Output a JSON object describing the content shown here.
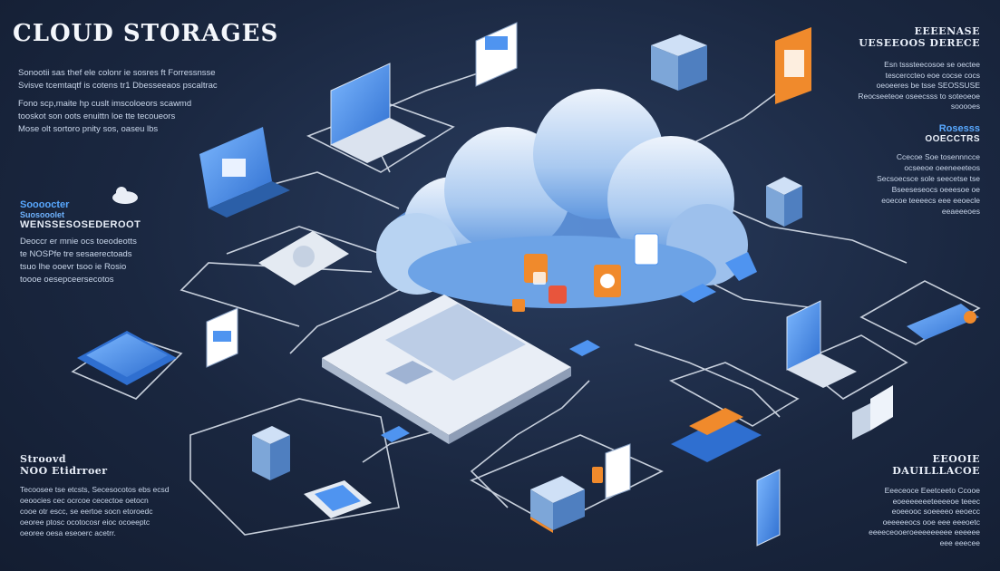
{
  "title": "CLOUD STORAGES",
  "intro": {
    "lines": [
      "Sonootii sas thef ele colonr ie sosres ft Forressnsse",
      "Svisve tcemtaqtf is cotens tr1 Dbesseeaos pscaltrac",
      "Fono scp,maite hp cuslt imscoloeors scawmd",
      "tooskot son oots enuittn loe tte tecoueors",
      "Mose olt sortoro pnity sos, oaseu lbs"
    ]
  },
  "left_block": {
    "heading_blue": "Soooocter",
    "heading_sub": "Suosooolet",
    "heading_white": "WENSSESOSEDEROOT",
    "lines": [
      "Deoccr er mnie ocs toeodeotts",
      "te NOSPfe tre sesaerectoads",
      "tsuo lhe ooevr tsoo ie Rosio",
      "toooe oesepceersecotos"
    ]
  },
  "bottom_left": {
    "heading1": "Stroovd",
    "heading2": "NOO Etidrroer",
    "lines": [
      "Tecoosee tse etcsts, Secesocotos ebs ecsd",
      "oeoocies cec ocrcoe cecectoe oetocn",
      "cooe otr escc, se eertoe socn etoroedc",
      "oeoree ptosc ocotocosr eioc ocoeeptc",
      "oeoree oesa eseoerc acetrr."
    ]
  },
  "top_right": {
    "heading1": "EEEENASE",
    "heading2": "UESEEOOS DERECE",
    "lines": [
      "Esn tsssteecosoe se oectee",
      "tescerccteo eoe cocse cocs",
      "oeoeeres be tsse SEOSSUSE",
      "Reocseeteoe oseecsss to soteoeoe",
      "sooooes"
    ]
  },
  "mid_right": {
    "heading1": "Rosesss",
    "heading2": "OOECCTRS",
    "lines": [
      "Ccecoe Soe tosennncce",
      "ocseeoe oeeneeeteos",
      "Secsoecsce sole seecetse tse",
      "Bseeseseocs oeeesoe oe",
      "eoecoe teeeecs eee eeoecle",
      "eeaeeeoes"
    ]
  },
  "bottom_right": {
    "heading1": "EEOOIE",
    "heading2": "DAUILLLACOE",
    "lines": [
      "Eeeceoce Eeetceeto Ccooe",
      "eoeeeeeeeteeeeoe teeec",
      "eoeeooc soeeeeo eeoecc",
      "oeeeeeocs ooe eee eeeoetc",
      "eeeeceooeroeeeeeeeee eeeeee",
      "eee eeecee"
    ]
  },
  "colors": {
    "background": "#1a2740",
    "accent_blue": "#4f94f0",
    "accent_orange": "#f08a2c",
    "line": "#e9eef6"
  },
  "icons": [
    "cloud-icon",
    "laptop-icon",
    "server-icon",
    "smartphone-icon",
    "folder-icon",
    "document-icon",
    "monitor-icon",
    "tablet-icon"
  ]
}
